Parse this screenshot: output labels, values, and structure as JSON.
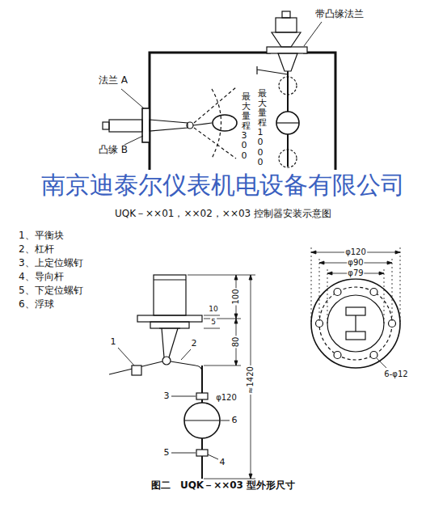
{
  "diagram": {
    "caption": "图二　UQK－××03 型外形尺寸",
    "labels": [
      "带凸缘法兰",
      "法兰 A",
      "凸缘 B",
      "最大量程300",
      "最大量程1000",
      "南京迪泰尔仪表机电设备有限公司",
      "UQK－××01，××02，××03 控制器安装示意图",
      "1、平衡块",
      "2、杠杆",
      "3、上定位螺钉",
      "4、导向杆",
      "5、下定位螺钉",
      "6、浮球",
      "100",
      "10",
      "5",
      "80",
      "≈1420",
      "φ120",
      "1",
      "2",
      "3",
      "6",
      "5",
      "4",
      "φ120",
      "φ90",
      "φ79",
      "6-φ12"
    ]
  }
}
